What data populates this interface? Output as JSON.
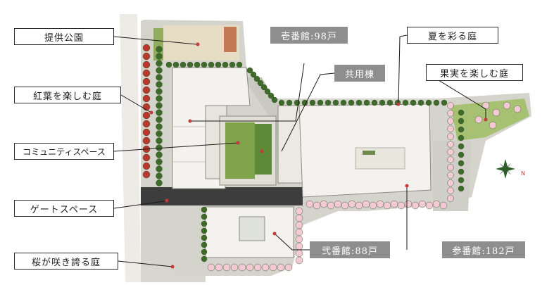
{
  "labels": {
    "park": "提供公園",
    "autumn_garden": "紅葉を楽しむ庭",
    "community": "コミュニティスペース",
    "gate": "ゲートスペース",
    "sakura": "桜が咲き誇る庭",
    "bldg1": "壱番館:98戸",
    "shared": "共用棟",
    "summer": "夏を彩る庭",
    "fruit": "果実を楽しむ庭",
    "bldg2": "弐番館:88戸",
    "bldg3": "参番館:182戸"
  },
  "icons": {
    "compass": "north-arrow-icon"
  },
  "colors": {
    "box_border": "#2b2b2b",
    "dark_label": "#8e8e8e",
    "red_marker": "#c23a3a",
    "building": "#f3f2ee",
    "lawn": "#7fa34a",
    "tree_dark": "#3f6b2a",
    "tree_red": "#b8382e",
    "blossom": "#f3c9d4"
  }
}
